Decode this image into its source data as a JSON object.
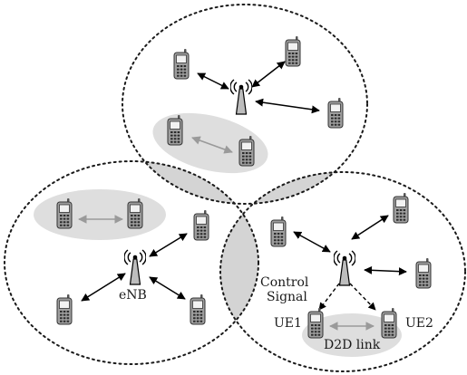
{
  "labels": {
    "enb": "eNB",
    "control_line1": "Control",
    "control_line2": "Signal",
    "ue1": "UE1",
    "ue2": "UE2",
    "d2d_link": "D2D link"
  },
  "colors": {
    "cell_outline": "#1a1a1a",
    "overlap_fill": "#d4d4d4",
    "d2d_area_fill": "#dedede",
    "cellular_link": "#000000",
    "d2d_link": "#9a9a9a",
    "phone_body": "#9e9e9e",
    "phone_screen": "#f2f2f2"
  },
  "icons": {
    "phone": "mobile-phone-icon",
    "base_station": "base-station-antenna-icon"
  }
}
